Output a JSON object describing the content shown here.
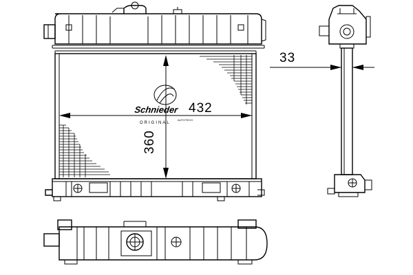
{
  "dimensions": {
    "width_label": "432",
    "height_label": "360",
    "depth_label": "33"
  },
  "logo": {
    "brand": "Schnieder",
    "sub": "ORIGINAL",
    "tag": "AUTOTECH"
  }
}
